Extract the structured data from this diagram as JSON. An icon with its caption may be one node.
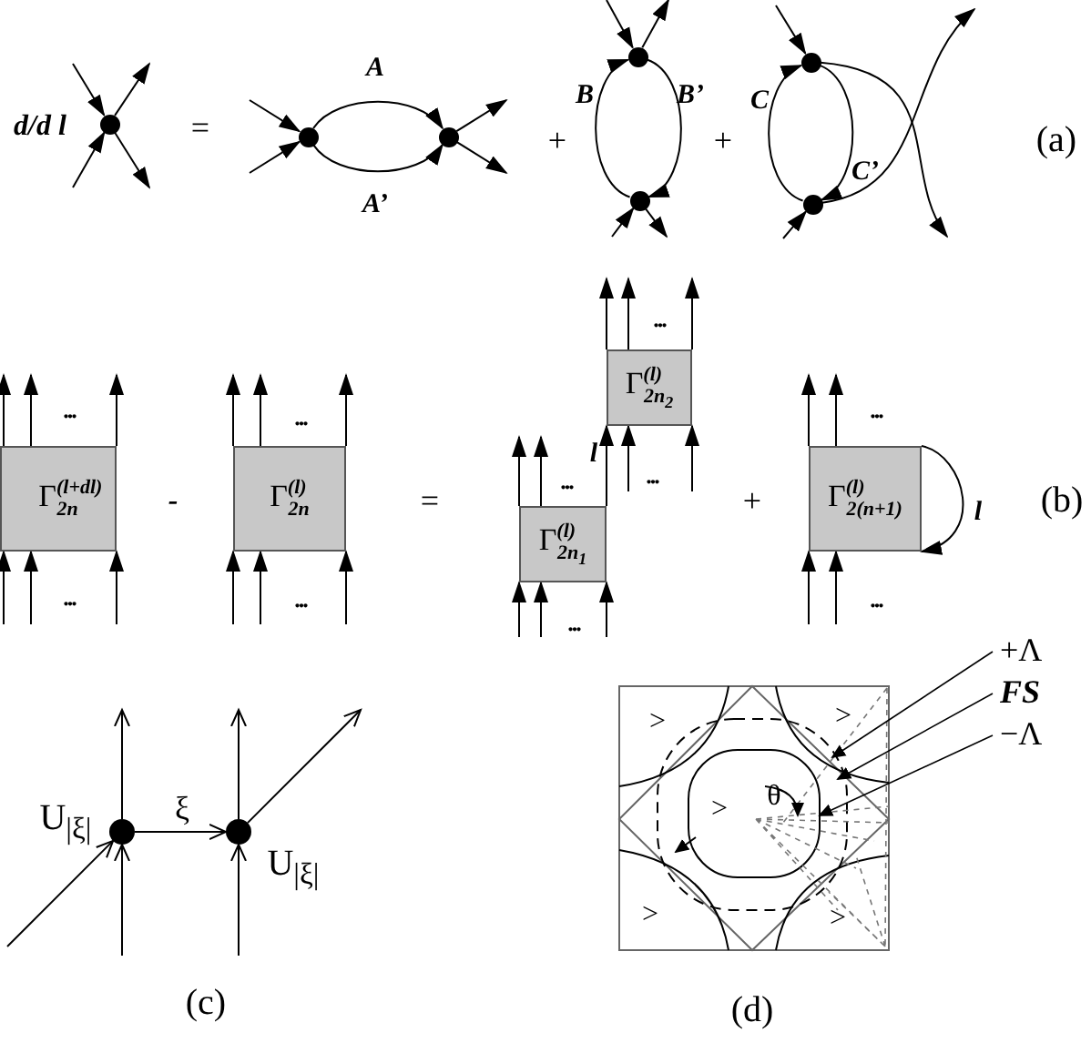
{
  "diagram": {
    "nodes": [
      {
        "text": [],
        "shape": "circle"
      },
      {
        "text": [],
        "shape": "circle"
      },
      {
        "text": [],
        "shape": "circle"
      },
      {
        "text": [],
        "shape": "circle"
      },
      {
        "text": [],
        "shape": "circle"
      },
      {
        "text": [],
        "shape": "circle"
      },
      {
        "text": [],
        "shape": "circle"
      },
      {
        "text": [
          "Γ$^{(l+dl)}$$_{2n}$"
        ],
        "beside": [
          "...",
          "..."
        ]
      },
      {
        "text": [
          "Γ$^{(l)}$$_{2n}$"
        ],
        "beside": [
          "...",
          "..."
        ]
      },
      {
        "text": [
          "Γ$^{(l)}$$_{2n}$$_{1}$"
        ],
        "beside": [
          "...",
          "..."
        ]
      },
      {
        "text": [
          "Γ$^{(l)}$$_{2n}$$_{2}$"
        ],
        "beside": [
          "...",
          "..."
        ]
      },
      {
        "text": [
          "Γ$^{(l)}$$_{2(n+1)}$"
        ],
        "beside": [
          "...",
          "..."
        ]
      },
      {
        "text": [],
        "shape": "circle",
        "beside": [
          "U$_{|ξ|}$"
        ]
      },
      {
        "text": [],
        "shape": "circle",
        "beside": [
          "U$_{|ξ|}$"
        ]
      },
      {
        "text": [
          "+Λ"
        ]
      },
      {
        "text": [
          "FS"
        ]
      },
      {
        "text": [
          "−Λ"
        ]
      }
    ],
    "edges": [
      {
        "from": null,
        "to": 0,
        "arrow": "to"
      },
      {
        "from": null,
        "to": 0,
        "arrow": "to"
      },
      {
        "from": 0,
        "to": null,
        "arrow": "to"
      },
      {
        "from": 0,
        "to": null,
        "arrow": "to"
      },
      {
        "from": null,
        "to": 1,
        "arrow": "to"
      },
      {
        "from": null,
        "to": 1,
        "arrow": "to"
      },
      {
        "from": 1,
        "to": 2,
        "arrow": "to",
        "label": "A"
      },
      {
        "from": 1,
        "to": 2,
        "arrow": "to",
        "label": "A’"
      },
      {
        "from": 2,
        "to": null,
        "arrow": "to"
      },
      {
        "from": 2,
        "to": null,
        "arrow": "to"
      },
      {
        "from": null,
        "to": 3,
        "arrow": "to"
      },
      {
        "from": 3,
        "to": null,
        "arrow": "to"
      },
      {
        "from": 4,
        "to": 3,
        "arrow": "to",
        "label": "B"
      },
      {
        "from": 3,
        "to": 4,
        "arrow": "to",
        "label": "B’"
      },
      {
        "from": null,
        "to": 4,
        "arrow": "to"
      },
      {
        "from": 4,
        "to": null,
        "arrow": "to"
      },
      {
        "from": null,
        "to": 5,
        "arrow": "to"
      },
      {
        "from": 6,
        "to": 5,
        "arrow": "to",
        "label": "C"
      },
      {
        "from": 5,
        "to": 6,
        "arrow": "to",
        "label": "C’"
      },
      {
        "from": 5,
        "to": null,
        "arrow": "to"
      },
      {
        "from": 6,
        "to": null,
        "arrow": "to"
      },
      {
        "from": null,
        "to": 6,
        "arrow": "to"
      },
      {
        "from": null,
        "to": 7,
        "arrow": "to"
      },
      {
        "from": null,
        "to": 7,
        "arrow": "to"
      },
      {
        "from": null,
        "to": 7,
        "arrow": "to"
      },
      {
        "from": 7,
        "to": null,
        "arrow": "to"
      },
      {
        "from": 7,
        "to": null,
        "arrow": "to"
      },
      {
        "from": 7,
        "to": null,
        "arrow": "to"
      },
      {
        "from": null,
        "to": 8,
        "arrow": "to"
      },
      {
        "from": null,
        "to": 8,
        "arrow": "to"
      },
      {
        "from": null,
        "to": 8,
        "arrow": "to"
      },
      {
        "from": 8,
        "to": null,
        "arrow": "to"
      },
      {
        "from": 8,
        "to": null,
        "arrow": "to"
      },
      {
        "from": 8,
        "to": null,
        "arrow": "to"
      },
      {
        "from": null,
        "to": 9,
        "arrow": "to"
      },
      {
        "from": null,
        "to": 9,
        "arrow": "to"
      },
      {
        "from": null,
        "to": 9,
        "arrow": "to"
      },
      {
        "from": 9,
        "to": null,
        "arrow": "to"
      },
      {
        "from": 9,
        "to": null,
        "arrow": "to"
      },
      {
        "from": 9,
        "to": 10,
        "arrow": "to",
        "label": "l"
      },
      {
        "from": null,
        "to": 10,
        "arrow": "to"
      },
      {
        "from": null,
        "to": 10,
        "arrow": "to"
      },
      {
        "from": 10,
        "to": null,
        "arrow": "to"
      },
      {
        "from": 10,
        "to": null,
        "arrow": "to"
      },
      {
        "from": 10,
        "to": null,
        "arrow": "to"
      },
      {
        "from": null,
        "to": 11,
        "arrow": "to"
      },
      {
        "from": null,
        "to": 11,
        "arrow": "to"
      },
      {
        "from": 11,
        "to": null,
        "arrow": "to"
      },
      {
        "from": 11,
        "to": null,
        "arrow": "to"
      },
      {
        "from": 11,
        "to": 11,
        "arrow": "to",
        "label": "l"
      },
      {
        "from": null,
        "to": 12,
        "arrow": "to"
      },
      {
        "from": null,
        "to": 12,
        "arrow": "to"
      },
      {
        "from": 12,
        "to": null,
        "arrow": "to"
      },
      {
        "from": 12,
        "to": 13,
        "arrow": "to",
        "label": "ξ"
      },
      {
        "from": null,
        "to": 13,
        "arrow": "to"
      },
      {
        "from": 13,
        "to": null,
        "arrow": "to"
      },
      {
        "from": 13,
        "to": null,
        "arrow": "to"
      },
      {
        "from": 14,
        "to": null,
        "arrow": "to"
      },
      {
        "from": 15,
        "to": null,
        "arrow": "to"
      },
      {
        "from": 16,
        "to": null,
        "arrow": "to"
      }
    ],
    "labels": [
      "d/d l",
      "=",
      "+",
      "+",
      "(a)",
      "-",
      "=",
      "+",
      "(b)",
      "(c)",
      ">",
      ">",
      ">",
      ">",
      ">",
      "θ",
      "(d)"
    ]
  }
}
